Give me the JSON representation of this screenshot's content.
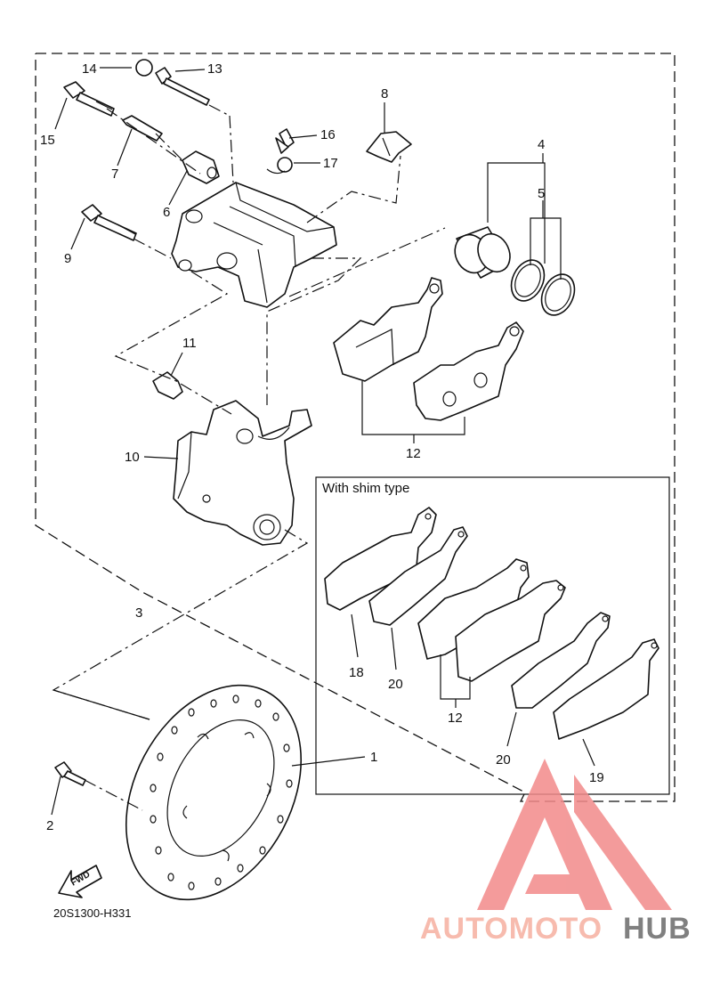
{
  "diagram_code": "20S1300-H331",
  "inset_title": "With shim type",
  "fwd_label": "FWD",
  "callouts": {
    "c1": "1",
    "c2": "2",
    "c3": "3",
    "c4": "4",
    "c5": "5",
    "c6": "6",
    "c7": "7",
    "c8": "8",
    "c9": "9",
    "c10": "10",
    "c11": "11",
    "c12": "12",
    "c13": "13",
    "c14": "14",
    "c15": "15",
    "c16": "16",
    "c17": "17",
    "c12b": "12",
    "c18": "18",
    "c19": "19",
    "c20a": "20",
    "c20b": "20"
  },
  "watermark": {
    "part1": "AUTOMOTO",
    "part2": "HUB",
    "color_main": "#f28a8a",
    "color_accent": "#f6c06a",
    "color_dark": "#6b6b6b"
  }
}
